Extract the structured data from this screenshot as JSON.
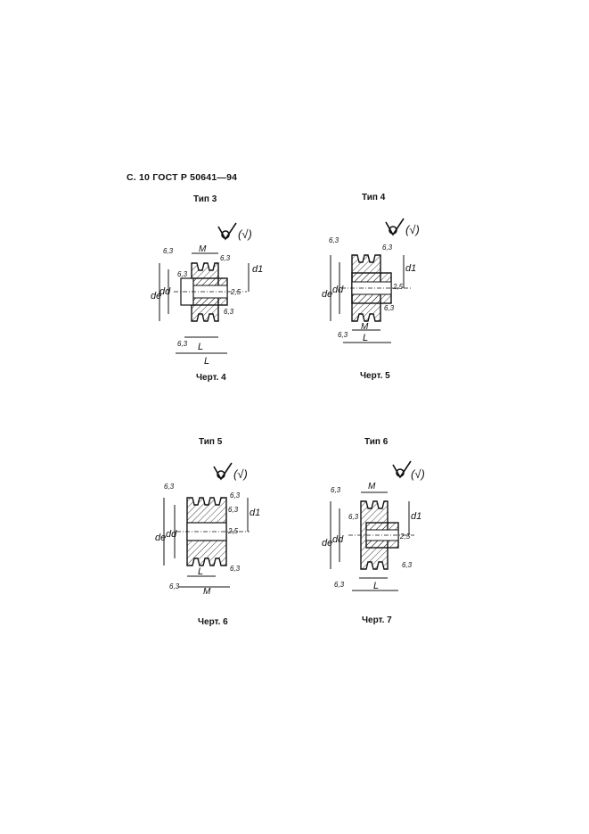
{
  "header": "С. 10 ГОСТ Р 50641—94",
  "figures": [
    {
      "type_label": "Тип 3",
      "caption": "Черт. 4",
      "roughness_note": "(√)",
      "dims": {
        "de": "de",
        "dd": "dd",
        "d1": "d1",
        "L": "L",
        "M": "M"
      },
      "roughness": {
        "r1": "6,3",
        "r2": "6,3",
        "r3": "6,3",
        "r4": "2,5",
        "r5": "6,3",
        "r6": "6,3"
      }
    },
    {
      "type_label": "Тип 4",
      "caption": "Черт. 5",
      "roughness_note": "(√)",
      "dims": {
        "de": "de",
        "dd": "dd",
        "d1": "d1",
        "L": "L",
        "M": "M"
      },
      "roughness": {
        "r1": "6,3",
        "r2": "6,3",
        "r3": "2,5",
        "r4": "6,3",
        "r5": "6,3"
      }
    },
    {
      "type_label": "Тип 5",
      "caption": "Черт. 6",
      "roughness_note": "(√)",
      "dims": {
        "de": "de",
        "dd": "dd",
        "d1": "d1",
        "L": "L",
        "M": "M"
      },
      "roughness": {
        "r1": "6,3",
        "r2": "6,3",
        "r3": "6,3",
        "r4": "2,5",
        "r5": "6,3",
        "r6": "6,3"
      }
    },
    {
      "type_label": "Тип 6",
      "caption": "Черт. 7",
      "roughness_note": "(√)",
      "dims": {
        "de": "de",
        "dd": "dd",
        "d1": "d1",
        "L": "L",
        "M": "M"
      },
      "roughness": {
        "r1": "6,3",
        "r2": "6,3",
        "r3": "2,5",
        "r4": "6,3",
        "r5": "6,3"
      }
    }
  ]
}
